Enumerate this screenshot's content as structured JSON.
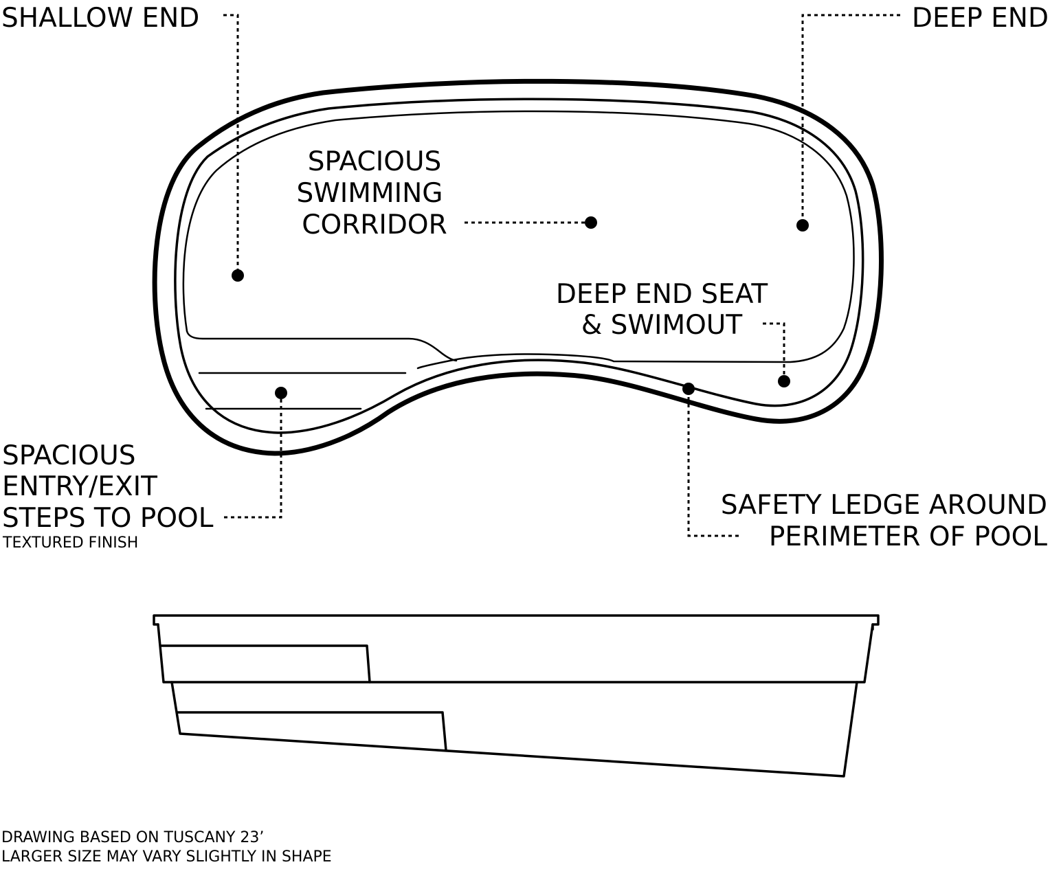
{
  "labels": {
    "shallow_end": "SHALLOW END",
    "deep_end": "DEEP END",
    "corridor": [
      "SPACIOUS",
      "SWIMMING",
      "CORRIDOR"
    ],
    "deep_seat": [
      "DEEP END SEAT",
      "& SWIMOUT"
    ],
    "entry_steps": [
      "SPACIOUS",
      "ENTRY/EXIT",
      "STEPS TO POOL"
    ],
    "textured_finish": "TEXTURED FINISH",
    "safety_ledge": [
      "SAFETY LEDGE AROUND",
      "PERIMETER OF POOL"
    ],
    "footnote": [
      "DRAWING BASED ON TUSCANY 23’",
      "LARGER SIZE MAY VARY SLIGHTLY IN SHAPE"
    ]
  },
  "colors": {
    "line": "#000000",
    "background": "#ffffff"
  }
}
